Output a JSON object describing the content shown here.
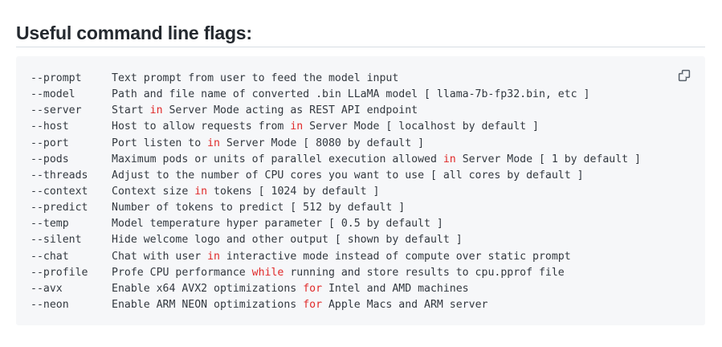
{
  "page": {
    "title": "Useful command line flags:",
    "background_color": "#ffffff"
  },
  "divider": {
    "color": "#d8dee4"
  },
  "code_block": {
    "background_color": "#f6f7f9",
    "text_color": "#32383f",
    "keyword_color": "#e02a2a",
    "copy_icon": "copy-icon",
    "lines": [
      {
        "flag": "--prompt",
        "parts": [
          {
            "t": "Text prompt from user to feed the model input",
            "kw": false
          }
        ]
      },
      {
        "flag": "--model",
        "parts": [
          {
            "t": "Path and file name of converted .bin LLaMA model [ llama-7b-fp32.bin, etc ]",
            "kw": false
          }
        ]
      },
      {
        "flag": "--server",
        "parts": [
          {
            "t": "Start ",
            "kw": false
          },
          {
            "t": "in",
            "kw": true
          },
          {
            "t": " Server Mode acting as REST API endpoint",
            "kw": false
          }
        ]
      },
      {
        "flag": "--host",
        "parts": [
          {
            "t": "Host to allow requests from ",
            "kw": false
          },
          {
            "t": "in",
            "kw": true
          },
          {
            "t": " Server Mode [ localhost by default ]",
            "kw": false
          }
        ]
      },
      {
        "flag": "--port",
        "parts": [
          {
            "t": "Port listen to ",
            "kw": false
          },
          {
            "t": "in",
            "kw": true
          },
          {
            "t": " Server Mode [ 8080 by default ]",
            "kw": false
          }
        ]
      },
      {
        "flag": "--pods",
        "parts": [
          {
            "t": "Maximum pods or units of parallel execution allowed ",
            "kw": false
          },
          {
            "t": "in",
            "kw": true
          },
          {
            "t": " Server Mode [ 1 by default ]",
            "kw": false
          }
        ]
      },
      {
        "flag": "--threads",
        "parts": [
          {
            "t": "Adjust to the number of CPU cores you want to use [ all cores by default ]",
            "kw": false
          }
        ]
      },
      {
        "flag": "--context",
        "parts": [
          {
            "t": "Context size ",
            "kw": false
          },
          {
            "t": "in",
            "kw": true
          },
          {
            "t": " tokens [ 1024 by default ]",
            "kw": false
          }
        ]
      },
      {
        "flag": "--predict",
        "parts": [
          {
            "t": "Number of tokens to predict [ 512 by default ]",
            "kw": false
          }
        ]
      },
      {
        "flag": "--temp",
        "parts": [
          {
            "t": "Model temperature hyper parameter [ 0.5 by default ]",
            "kw": false
          }
        ]
      },
      {
        "flag": "--silent",
        "parts": [
          {
            "t": "Hide welcome logo and other output [ shown by default ]",
            "kw": false
          }
        ]
      },
      {
        "flag": "--chat",
        "parts": [
          {
            "t": "Chat with user ",
            "kw": false
          },
          {
            "t": "in",
            "kw": true
          },
          {
            "t": " interactive mode instead of compute over static prompt",
            "kw": false
          }
        ]
      },
      {
        "flag": "--profile",
        "parts": [
          {
            "t": "Profe CPU performance ",
            "kw": false
          },
          {
            "t": "while",
            "kw": true
          },
          {
            "t": " running and store results to cpu.pprof file",
            "kw": false
          }
        ]
      },
      {
        "flag": "--avx",
        "parts": [
          {
            "t": "Enable x64 AVX2 optimizations ",
            "kw": false
          },
          {
            "t": "for",
            "kw": true
          },
          {
            "t": " Intel and AMD machines",
            "kw": false
          }
        ]
      },
      {
        "flag": "--neon",
        "parts": [
          {
            "t": "Enable ARM NEON optimizations ",
            "kw": false
          },
          {
            "t": "for",
            "kw": true
          },
          {
            "t": " Apple Macs and ARM server",
            "kw": false
          }
        ]
      }
    ]
  }
}
